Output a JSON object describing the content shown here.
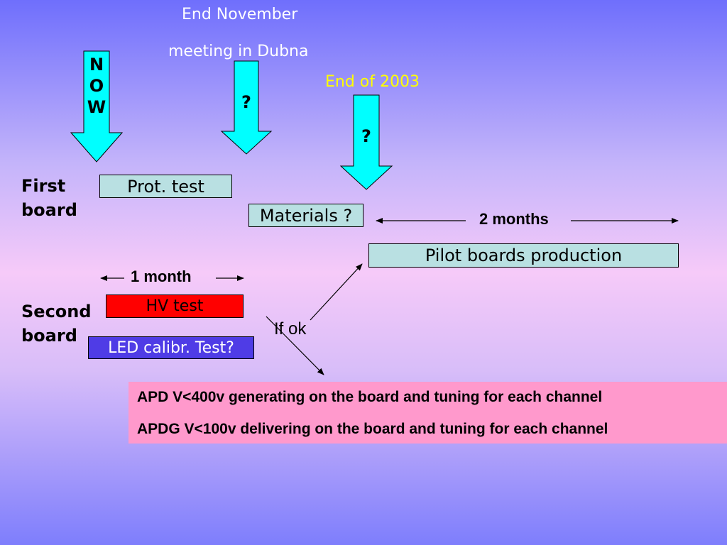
{
  "header": {
    "line1": "End November",
    "line2": "meeting in Dubna",
    "end_2003": "End of 2003"
  },
  "markers": {
    "now": [
      "N",
      "O",
      "W"
    ],
    "question1": "?",
    "question2": "?"
  },
  "rows": {
    "first_board": [
      "First",
      "board"
    ],
    "second_board": [
      "Second",
      "board"
    ]
  },
  "boxes": {
    "prot_test": "Prot. test",
    "materials": "Materials ?",
    "pilot": "Pilot boards production",
    "hv_test": "HV  test",
    "led": "LED calibr. Test?"
  },
  "spans": {
    "two_months": "2 months",
    "one_month": "1 month"
  },
  "if_ok": "If ok",
  "notes": [
    "APD V<400v generating on the board and tuning for each channel",
    "APDG V<100v delivering on the board and tuning for each channel"
  ],
  "colors": {
    "arrow_fill": "#00ffff",
    "teal_box": "#b9e0e2",
    "hv_box": "#ff0000",
    "led_box": "#4f3ce6",
    "note_box": "#ff99cc",
    "highlight_text": "#ffff00"
  }
}
